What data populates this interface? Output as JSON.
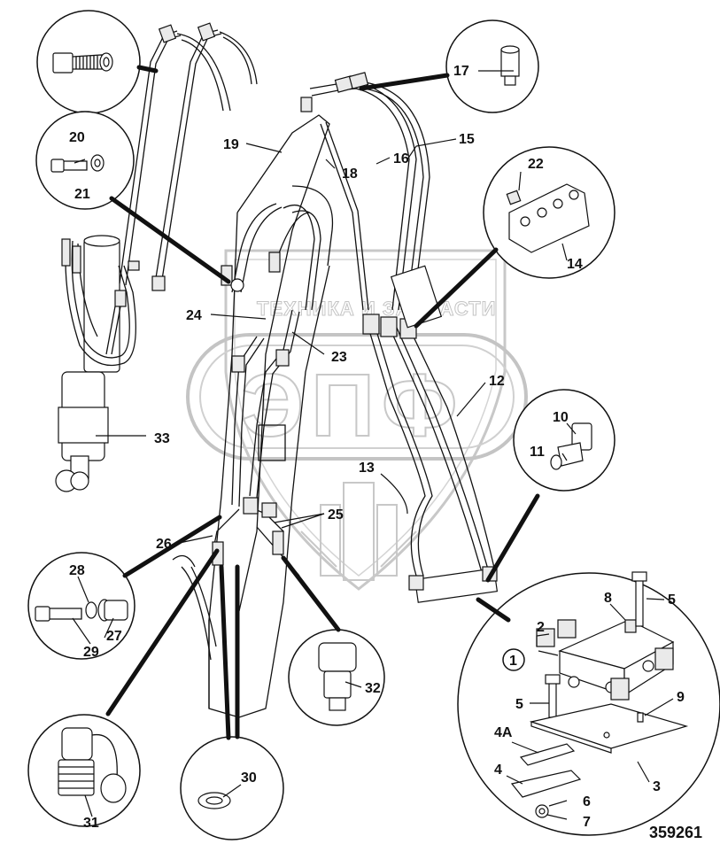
{
  "diagram": {
    "reference_number": "359261",
    "watermark": {
      "company_text": "ТЕХНИКА И ЗАПЧАСТИ",
      "logo_text": "ЭПФ"
    },
    "callouts": [
      {
        "id": "c17",
        "text": "17"
      },
      {
        "id": "c15",
        "text": "15"
      },
      {
        "id": "c16",
        "text": "16"
      },
      {
        "id": "c18",
        "text": "18"
      },
      {
        "id": "c19",
        "text": "19"
      },
      {
        "id": "c20",
        "text": "20"
      },
      {
        "id": "c21",
        "text": "21"
      },
      {
        "id": "c22",
        "text": "22"
      },
      {
        "id": "c14",
        "text": "14"
      },
      {
        "id": "c24",
        "text": "24"
      },
      {
        "id": "c23",
        "text": "23"
      },
      {
        "id": "c12",
        "text": "12"
      },
      {
        "id": "c10",
        "text": "10"
      },
      {
        "id": "c11",
        "text": "11"
      },
      {
        "id": "c33",
        "text": "33"
      },
      {
        "id": "c13",
        "text": "13"
      },
      {
        "id": "c25",
        "text": "25"
      },
      {
        "id": "c26",
        "text": "26"
      },
      {
        "id": "c28",
        "text": "28"
      },
      {
        "id": "c29",
        "text": "29"
      },
      {
        "id": "c27",
        "text": "27"
      },
      {
        "id": "c32",
        "text": "32"
      },
      {
        "id": "c31",
        "text": "31"
      },
      {
        "id": "c30",
        "text": "30"
      },
      {
        "id": "c8",
        "text": "8"
      },
      {
        "id": "c5a",
        "text": "5"
      },
      {
        "id": "c2",
        "text": "2"
      },
      {
        "id": "c1",
        "text": "1"
      },
      {
        "id": "c5b",
        "text": "5"
      },
      {
        "id": "c9",
        "text": "9"
      },
      {
        "id": "c4A",
        "text": "4A"
      },
      {
        "id": "c4",
        "text": "4"
      },
      {
        "id": "c3",
        "text": "3"
      },
      {
        "id": "c6",
        "text": "6"
      },
      {
        "id": "c7",
        "text": "7"
      }
    ]
  }
}
